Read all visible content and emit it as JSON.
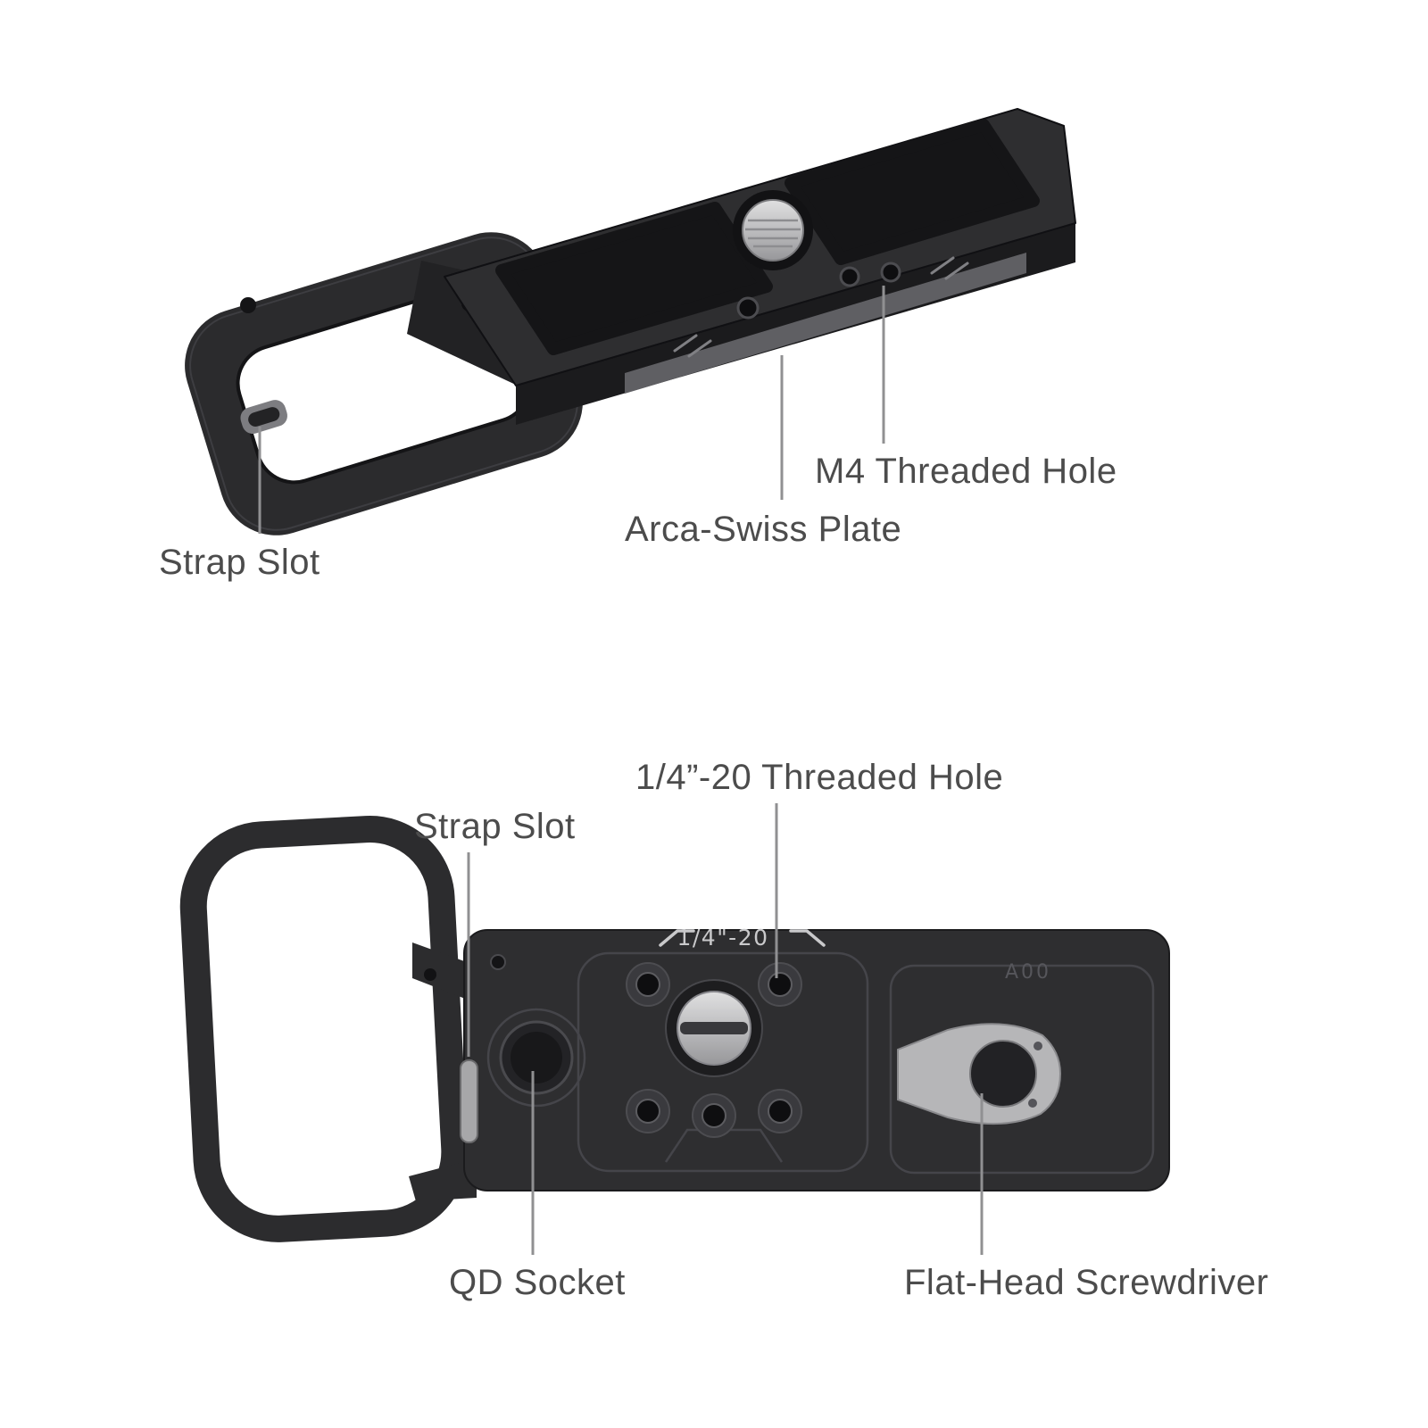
{
  "page": {
    "background": "#ffffff"
  },
  "colors": {
    "body": "#2e2e30",
    "body_dark": "#1b1b1d",
    "pad": "#151517",
    "silver": "#c0c0c2",
    "engraving": "#c9c9cb",
    "callout_line": "#909092",
    "label_text": "#4c4c4c"
  },
  "figure_top": {
    "callouts": [
      {
        "label": "Strap Slot"
      },
      {
        "label": "Arca-Swiss Plate"
      },
      {
        "label": "M4 Threaded Hole"
      }
    ]
  },
  "figure_bottom": {
    "engravings": {
      "thread_spec": "1/4\"-20",
      "part_code": "A00"
    },
    "callouts": [
      {
        "label": "1/4”-20 Threaded Hole"
      },
      {
        "label": "Strap Slot"
      },
      {
        "label": "QD Socket"
      },
      {
        "label": "Flat-Head Screwdriver"
      }
    ]
  }
}
